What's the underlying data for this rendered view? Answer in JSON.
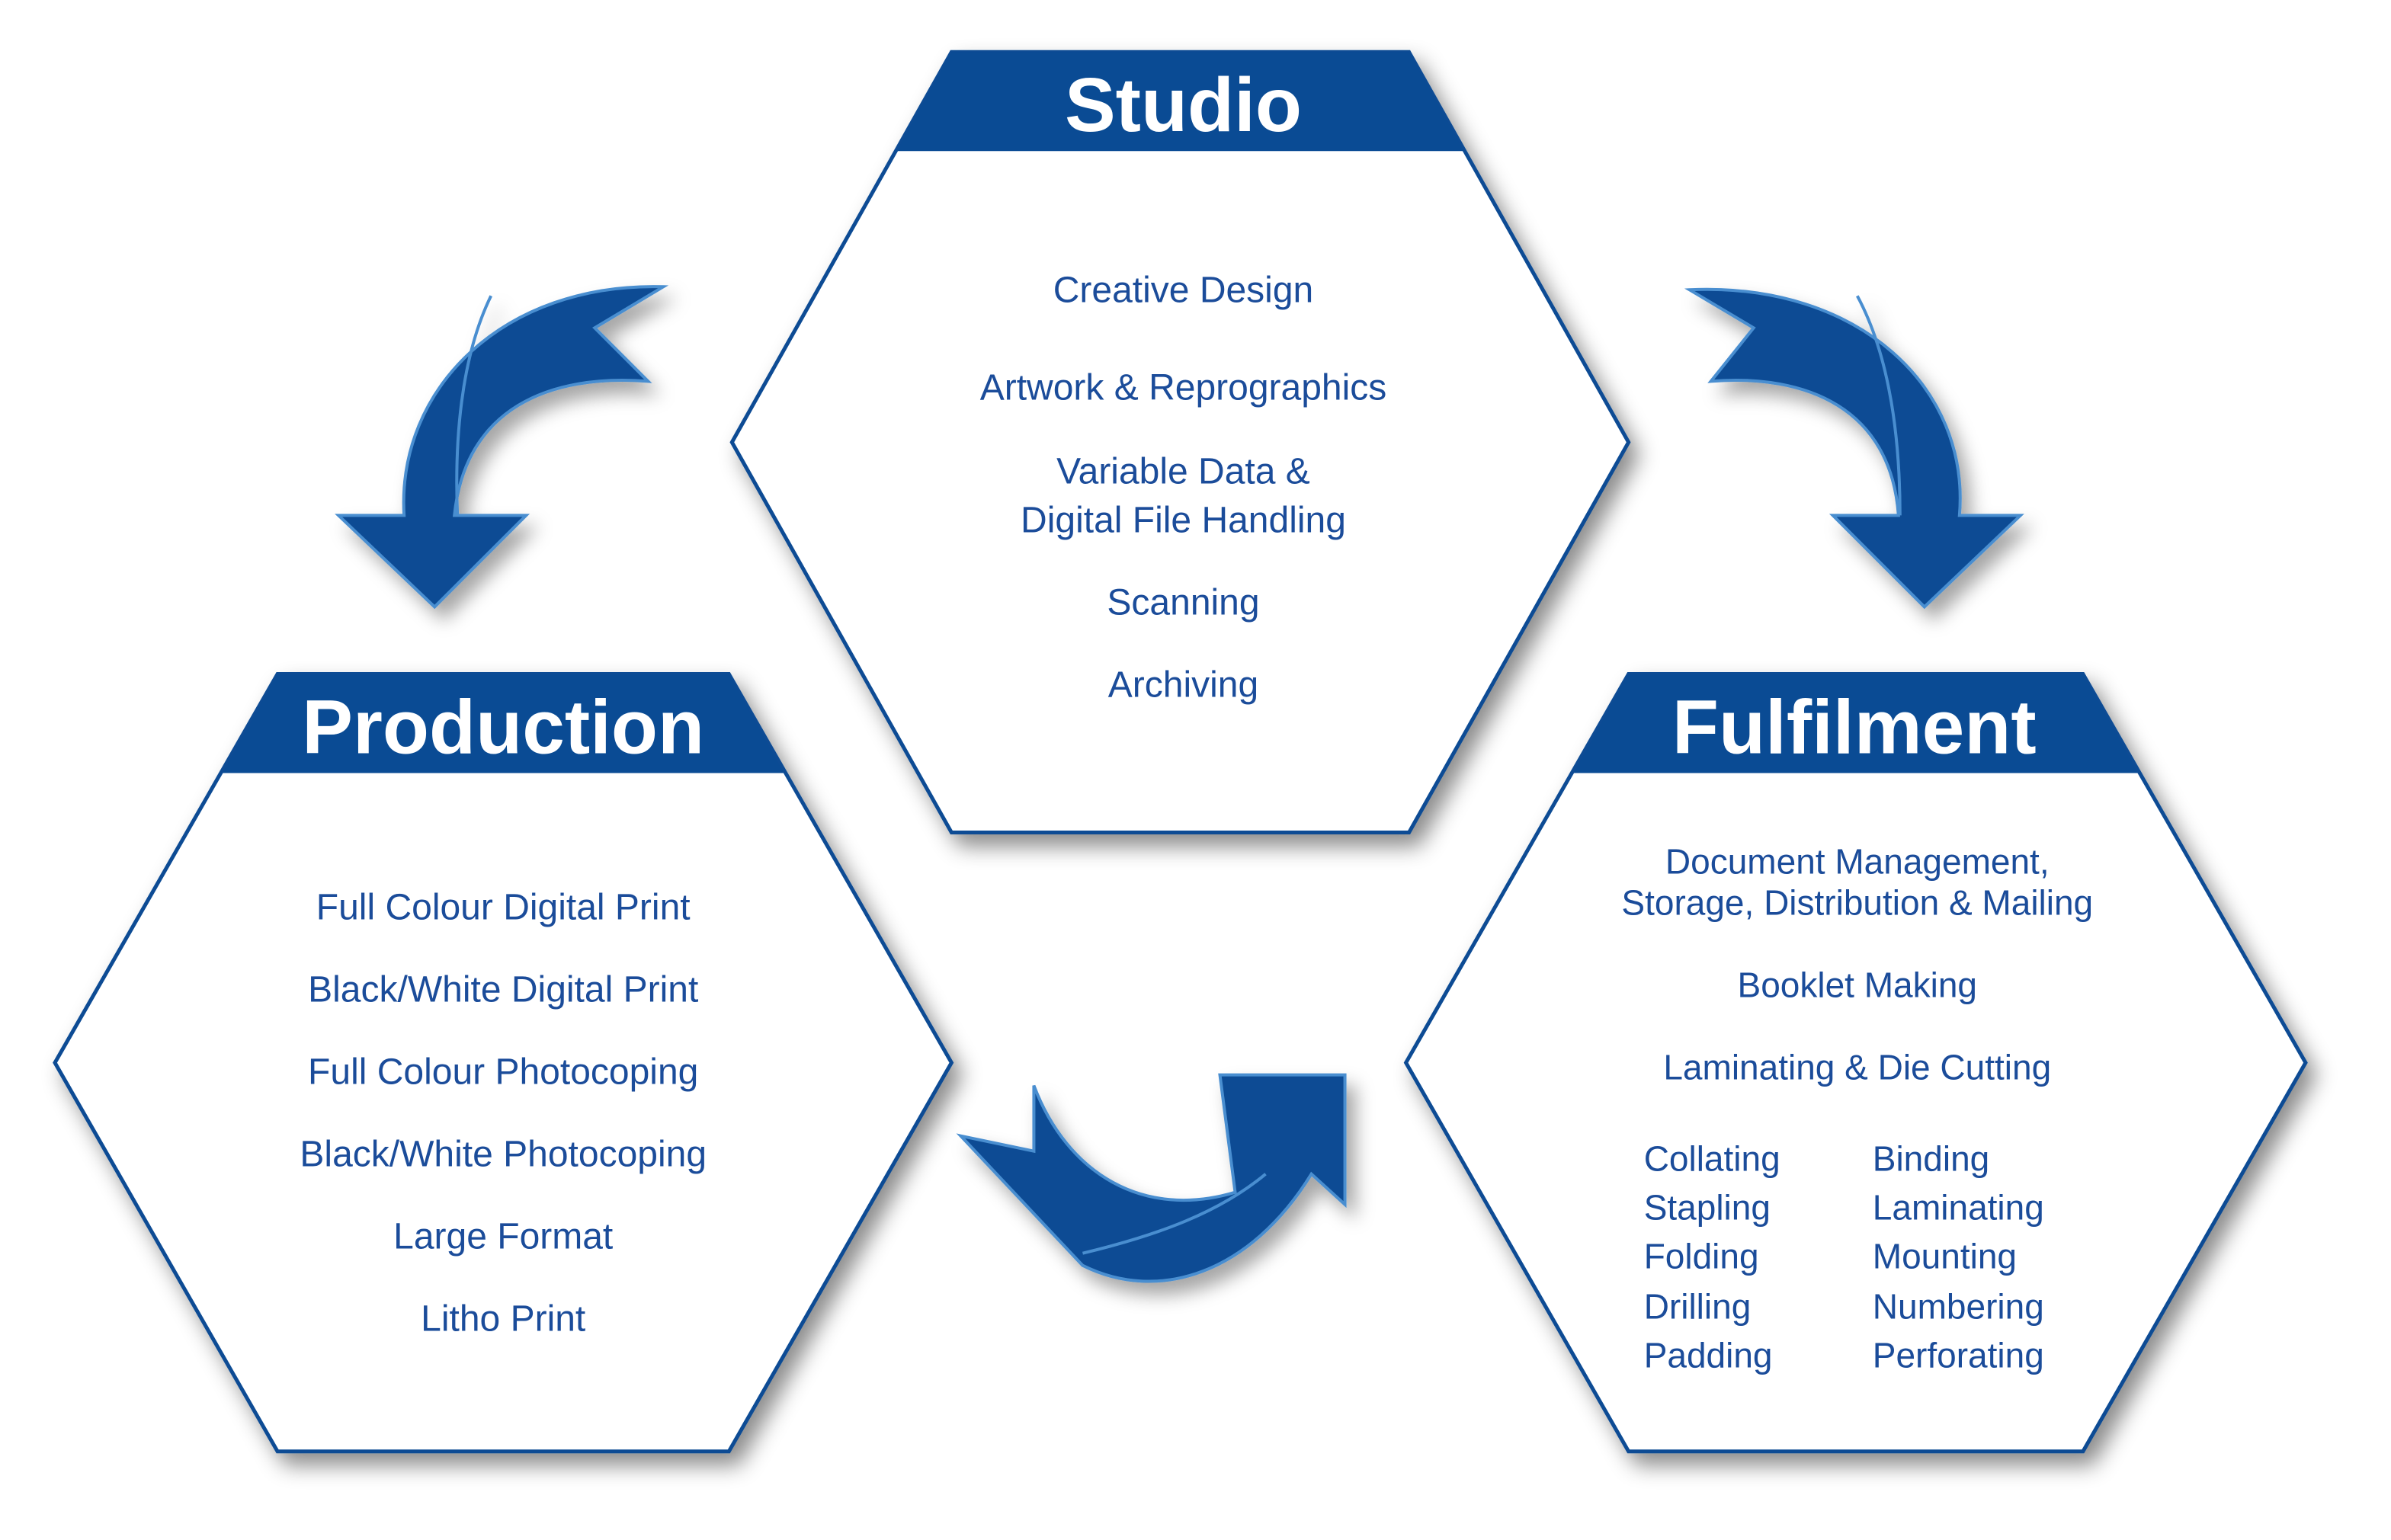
{
  "colors": {
    "primary": "#0a4b94",
    "text": "#1b4c9a",
    "hex_fill": "#ffffff",
    "arrow_edge": "#4a8ed0"
  },
  "studio": {
    "title": "Studio",
    "items": [
      "Creative Design",
      "Artwork & Reprographics",
      "Variable Data &",
      "Digital File Handling",
      "Scanning",
      "Archiving"
    ]
  },
  "production": {
    "title": "Production",
    "items": [
      "Full Colour Digital Print",
      "Black/White Digital Print",
      "Full Colour Photocoping",
      "Black/White Photocoping",
      "Large Format",
      "Litho Print"
    ]
  },
  "fulfilment": {
    "title": "Fulfilment",
    "items": [
      "Document Management,",
      "Storage, Distribution & Mailing",
      "Booklet Making",
      "Laminating & Die Cutting"
    ],
    "col1": [
      "Collating",
      "Stapling",
      "Folding",
      "Drilling",
      "Padding"
    ],
    "col2": [
      "Binding",
      "Laminating",
      "Mounting",
      "Numbering",
      "Perforating"
    ]
  },
  "arrows": [
    "arrow-studio-to-production",
    "arrow-production-to-fulfilment",
    "arrow-studio-to-fulfilment"
  ]
}
